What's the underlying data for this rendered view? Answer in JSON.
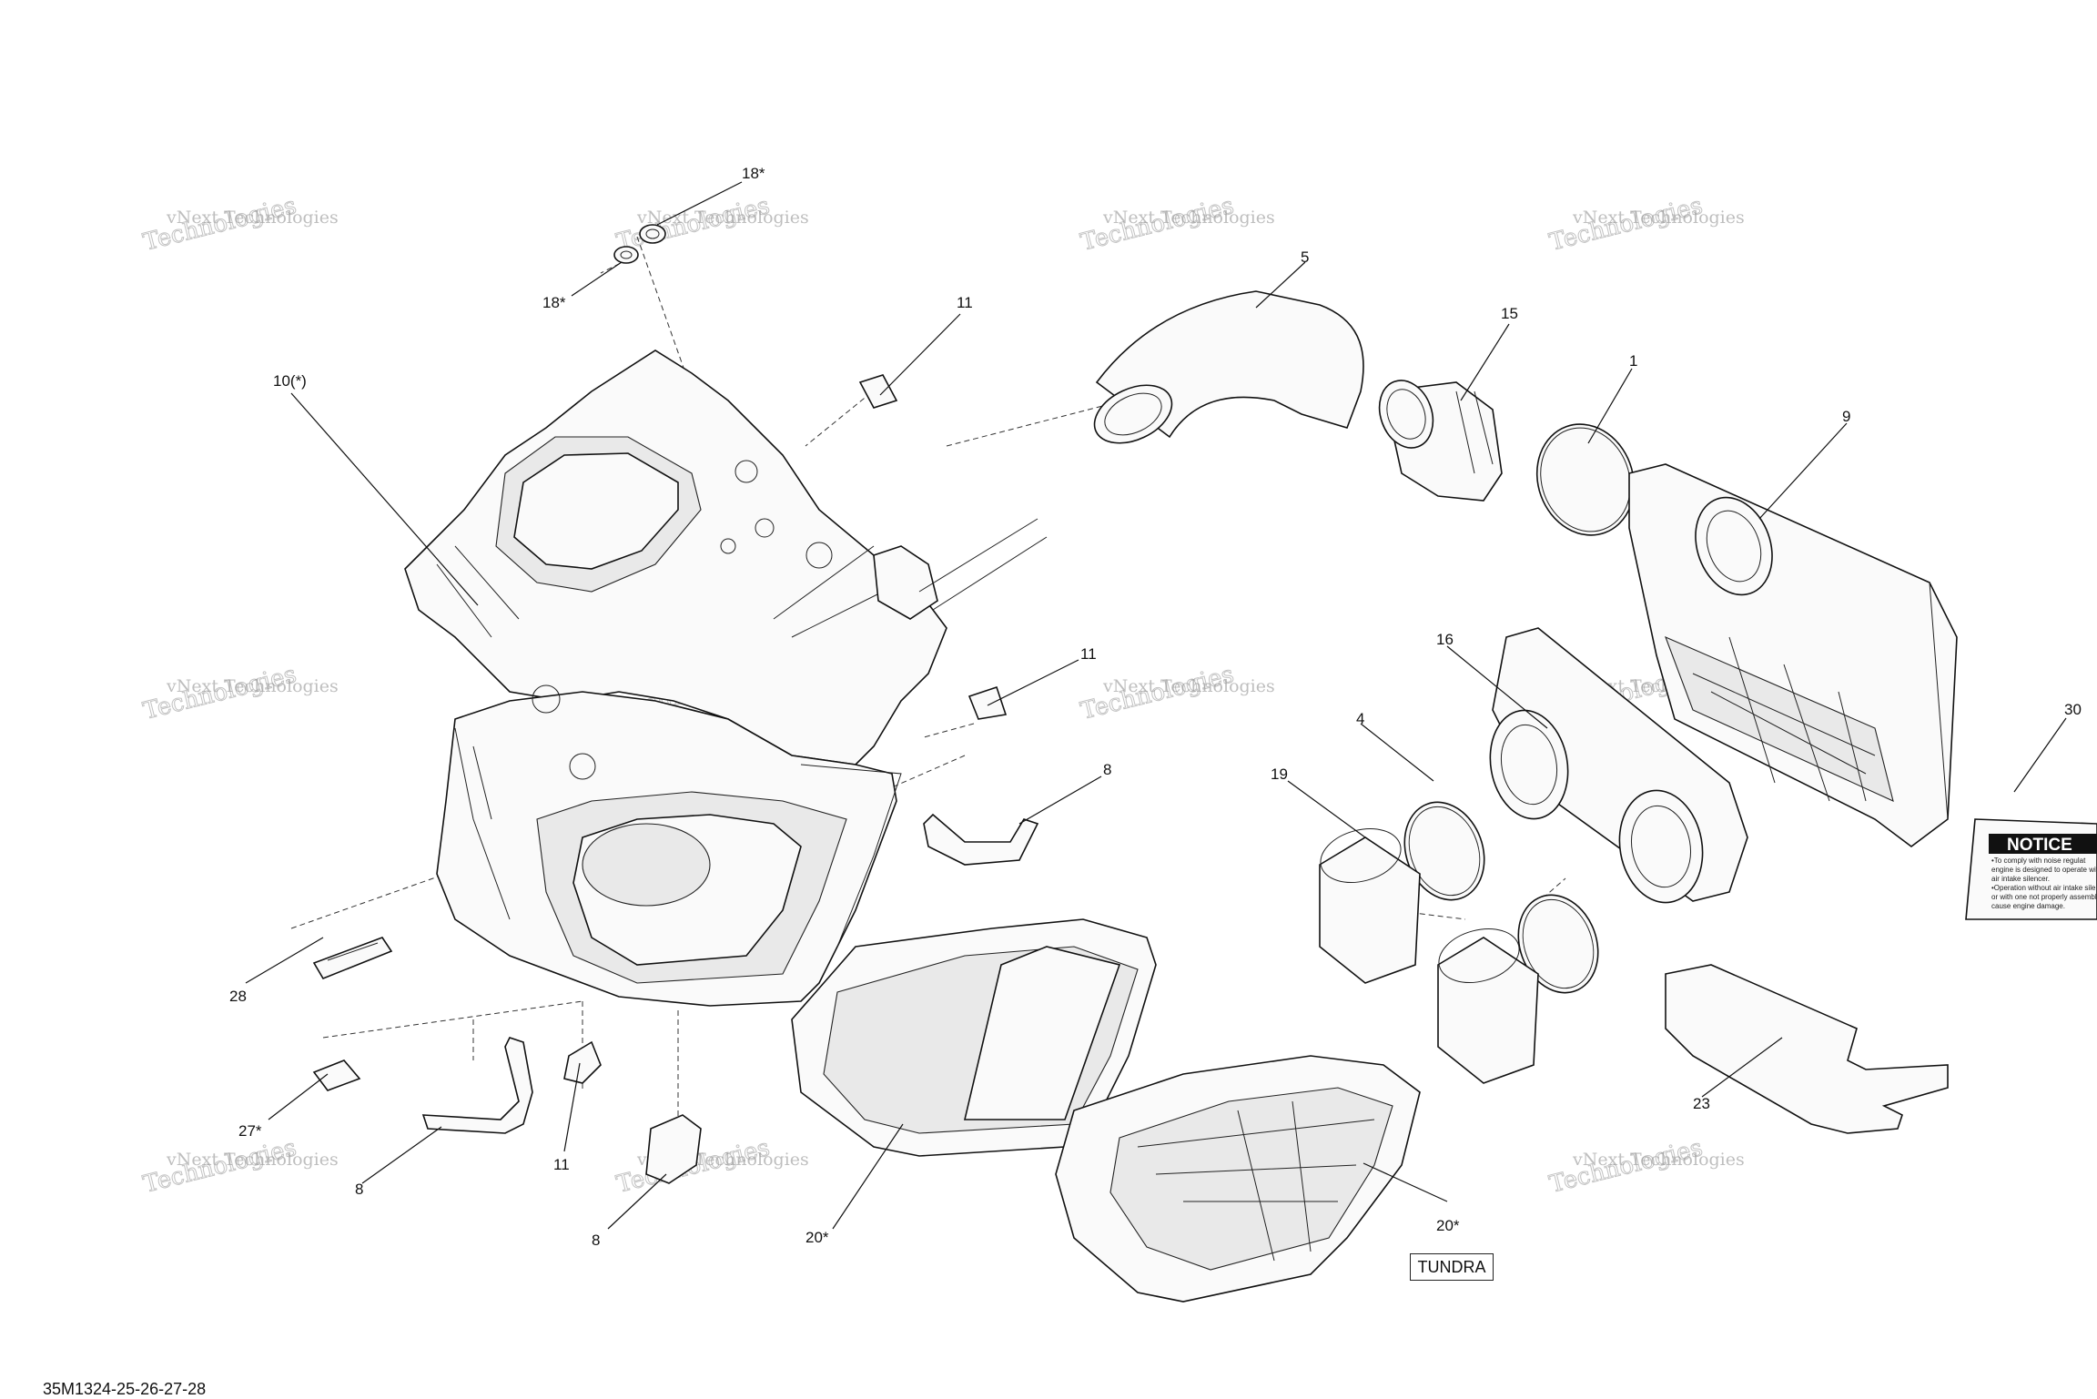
{
  "diagram": {
    "doc_id": "35M1324-25-26-27-28",
    "model_label": "TUNDRA",
    "watermark": [
      "vNext Technologies",
      "Technologies"
    ],
    "notice_title": "NOTICE",
    "notice_lines": [
      "•To comply with noise regulat",
      "engine is designed to operate wit",
      "air intake silencer.",
      "•Operation without air intake sile",
      "or with one not properly assembl",
      "cause engine damage."
    ],
    "callouts": {
      "c18a": "18*",
      "c18b": "18*",
      "c10": "10(*)",
      "c11a": "11",
      "c11b": "11",
      "c11c": "11",
      "c5": "5",
      "c15": "15",
      "c1": "1",
      "c9": "9",
      "c16": "16",
      "c4": "4",
      "c19": "19",
      "c30": "30",
      "c8a": "8",
      "c8b": "8",
      "c8c": "8",
      "c28": "28",
      "c27": "27*",
      "c20a": "20*",
      "c20b": "20*",
      "c23": "23"
    }
  }
}
